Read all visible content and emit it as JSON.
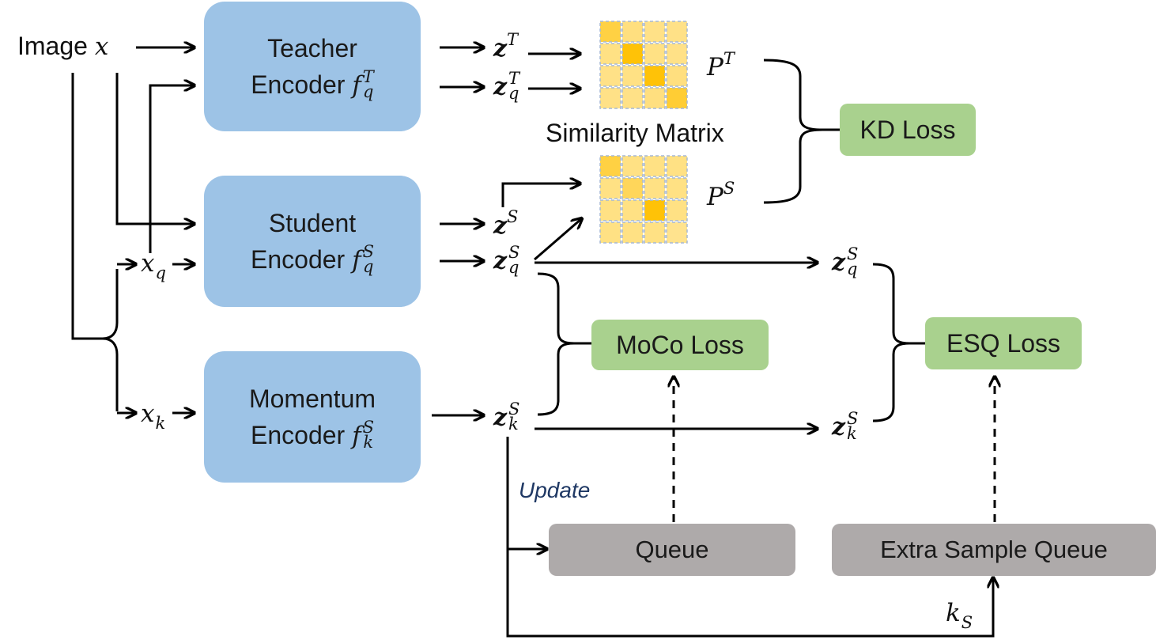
{
  "image_label": "Image",
  "image_var": "x",
  "encoders": {
    "teacher": {
      "line1": "Teacher",
      "line2": "Encoder",
      "fn": "f",
      "sup": "T",
      "sub": "q"
    },
    "student": {
      "line1": "Student",
      "line2": "Encoder",
      "fn": "f",
      "sup": "S",
      "sub": "q"
    },
    "momentum": {
      "line1": "Momentum",
      "line2": "Encoder",
      "fn": "f",
      "sup": "S",
      "sub": "k"
    }
  },
  "inputs": {
    "xq": {
      "base": "x",
      "sub": "q"
    },
    "xk": {
      "base": "x",
      "sub": "k"
    }
  },
  "features": {
    "zT": {
      "base": "z",
      "sup": "T"
    },
    "zqT": {
      "base": "z",
      "sup": "T",
      "sub": "q"
    },
    "zS": {
      "base": "z",
      "sup": "S"
    },
    "zqS": {
      "base": "z",
      "sup": "S",
      "sub": "q"
    },
    "zkS": {
      "base": "z",
      "sup": "S",
      "sub": "k"
    }
  },
  "similarity_matrix_label": "Similarity Matrix",
  "prob_T": {
    "base": "P",
    "sup": "T"
  },
  "prob_S": {
    "base": "P",
    "sup": "S"
  },
  "losses": {
    "kd": "KD Loss",
    "moco": "MoCo Loss",
    "esq": "ESQ Loss"
  },
  "queues": {
    "queue": "Queue",
    "extra": "Extra Sample Queue"
  },
  "update_label": "Update",
  "ks": {
    "base": "k",
    "sub": "S"
  },
  "matrix_T": [
    [
      0.55,
      0.15,
      0.1,
      0.1
    ],
    [
      0.12,
      0.95,
      0.12,
      0.1
    ],
    [
      0.1,
      0.12,
      0.95,
      0.15
    ],
    [
      0.1,
      0.1,
      0.15,
      0.65
    ]
  ],
  "matrix_S": [
    [
      0.55,
      0.12,
      0.12,
      0.12
    ],
    [
      0.12,
      0.4,
      0.12,
      0.12
    ],
    [
      0.12,
      0.12,
      0.95,
      0.12
    ],
    [
      0.12,
      0.12,
      0.12,
      0.05
    ]
  ],
  "colors": {
    "encoder": "#9dc3e6",
    "loss": "#a9d18e",
    "queue": "#aeaaaa",
    "cell_light": "#ffe699",
    "cell_strong": "#ffc000",
    "update_text": "#1f3864"
  }
}
